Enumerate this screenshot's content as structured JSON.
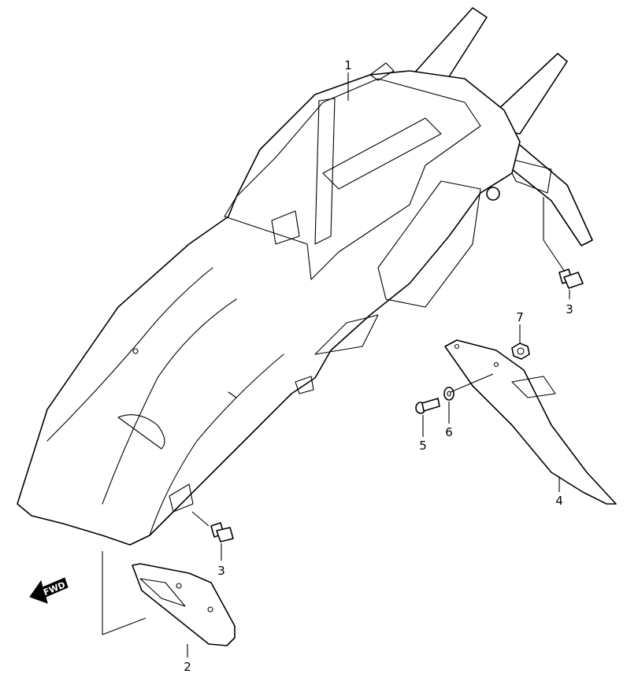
{
  "callouts": [
    {
      "id": "part-1",
      "label": "1"
    },
    {
      "id": "part-2",
      "label": "2"
    },
    {
      "id": "part-3a",
      "label": "3"
    },
    {
      "id": "part-3b",
      "label": "3"
    },
    {
      "id": "part-4",
      "label": "4"
    },
    {
      "id": "part-5",
      "label": "5"
    },
    {
      "id": "part-6",
      "label": "6"
    },
    {
      "id": "part-7",
      "label": "7"
    }
  ],
  "forward_indicator": {
    "label": "FWD",
    "icon": "arrow-left-icon"
  }
}
